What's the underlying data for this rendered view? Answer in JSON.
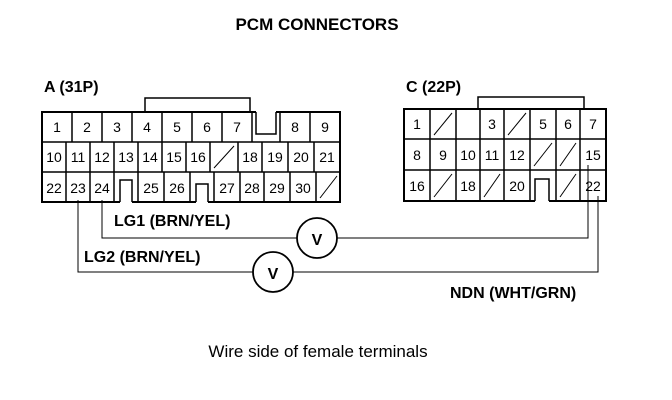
{
  "title": "PCM CONNECTORS",
  "connector_a": {
    "label": "A (31P)",
    "pins": [
      "1",
      "2",
      "3",
      "4",
      "5",
      "6",
      "7",
      "8",
      "9",
      "10",
      "11",
      "12",
      "13",
      "14",
      "15",
      "16",
      "18",
      "19",
      "20",
      "21",
      "22",
      "23",
      "24",
      "25",
      "26",
      "27",
      "28",
      "29",
      "30"
    ]
  },
  "connector_c": {
    "label": "C (22P)",
    "pins": [
      "1",
      "3",
      "5",
      "6",
      "7",
      "8",
      "9",
      "10",
      "11",
      "12",
      "15",
      "16",
      "18",
      "20",
      "22"
    ]
  },
  "wires": {
    "lg1": "LG1 (BRN/YEL)",
    "lg2": "LG2 (BRN/YEL)",
    "ndn": "NDN (WHT/GRN)"
  },
  "meter_symbol": "V",
  "caption": "Wire side of female terminals"
}
